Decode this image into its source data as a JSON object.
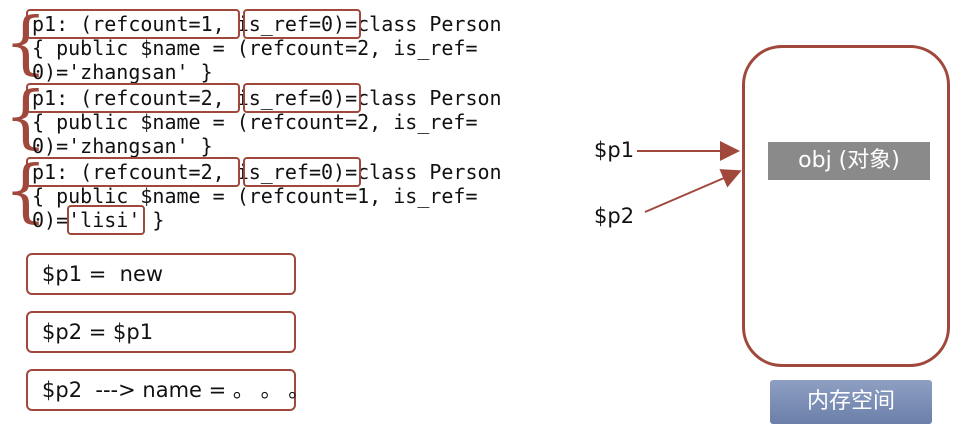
{
  "code_blocks": [
    {
      "lines": [
        "p1: (refcount=1, is_ref=0)=class Person",
        "{ public $name = (refcount=2, is_ref=",
        "0)='zhangsan' }"
      ]
    },
    {
      "lines": [
        "p1: (refcount=2, is_ref=0)=class Person",
        "{ public $name = (refcount=2, is_ref=",
        "0)='zhangsan' }"
      ]
    },
    {
      "lines": [
        "p1: (refcount=2, is_ref=0)=class Person",
        "{ public $name = (refcount=1, is_ref=",
        "0)='lisi' }"
      ]
    }
  ],
  "statements": [
    "$p1 =  new",
    "$p2 = $p1",
    "$p2  ---> name = 。 。 。"
  ],
  "variables": {
    "p1": "$p1",
    "p2": "$p2"
  },
  "memory": {
    "object_label": "obj (对象)",
    "space_label": "内存空间"
  },
  "colors": {
    "accent": "#a0483c",
    "object_bg": "#8a8a8a",
    "memory_label_bg": "#7a8db5"
  }
}
